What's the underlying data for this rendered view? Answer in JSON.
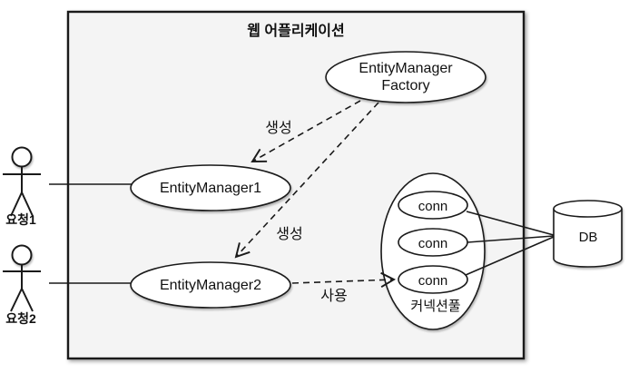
{
  "colors": {
    "canvas_bg": "#ffffff",
    "box_fill": "#f4f4f4",
    "node_fill": "#ffffff",
    "stroke": "#1a1a1a"
  },
  "diagram": {
    "title": "웹 어플리케이션",
    "actors": [
      {
        "label": "요청1"
      },
      {
        "label": "요청2"
      }
    ],
    "nodes": {
      "factory_line1": "EntityManager",
      "factory_line2": "Factory",
      "entity_manager_1": "EntityManager1",
      "entity_manager_2": "EntityManager2",
      "conn_1": "conn",
      "conn_2": "conn",
      "conn_3": "conn",
      "pool_label": "커넥션풀",
      "db_label": "DB"
    },
    "edges": {
      "create_em1": "생성",
      "create_em2": "생성",
      "use": "사용"
    }
  }
}
